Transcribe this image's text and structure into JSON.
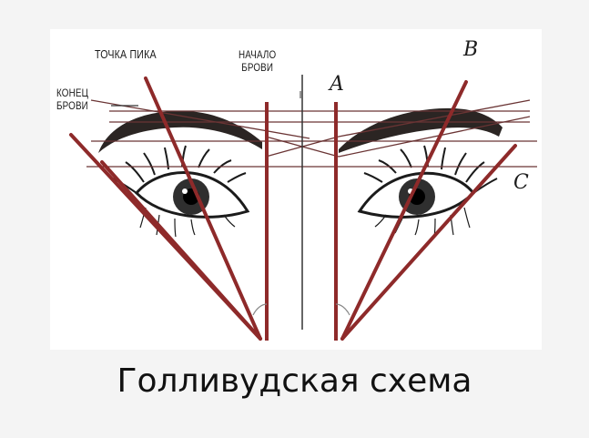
{
  "labels": {
    "peak_point": "ТОЧКА ПИКА",
    "brow_start_line1": "НАЧАЛО",
    "brow_start_line2": "БРОВИ",
    "brow_end_line1": "КОНЕЦ",
    "brow_end_line2": "БРОВИ",
    "point_a": "A",
    "point_b": "B",
    "point_c": "C"
  },
  "caption": "Голливудская схема",
  "colors": {
    "guide_line": "#8e2a2a",
    "brow": "#2a2422",
    "eye": "#1b1b1b",
    "horizontal": "#5a3a3a"
  }
}
